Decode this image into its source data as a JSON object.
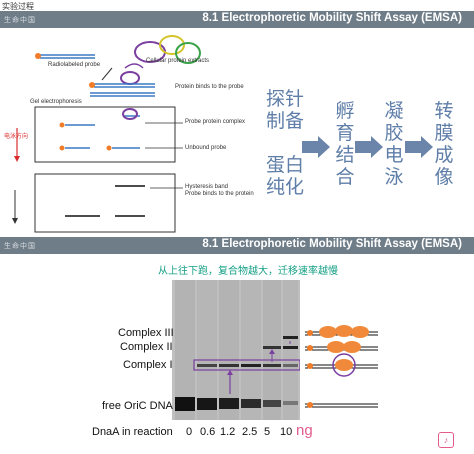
{
  "header": {
    "title": "实验过程"
  },
  "slide1": {
    "brand": "生命中国",
    "title": "8.1 Electrophoretic Mobility Shift Assay (EMSA)",
    "diagram": {
      "radiolabeled_probe": "Radiolabeled probe",
      "cellular_extracts": "Cellular protein extracts",
      "probe_binds": "Protein binds to the probe",
      "gel_electrophoresis": "Gel electrophoresis",
      "probe_protein_complex": "Probe protein complex",
      "unbound_probe": "Unbound probe",
      "electrophoresis_direction": "电泳方向",
      "hysteresis_band": "Hysteresis band",
      "probe_binds_protein": "Probe binds to the protein"
    },
    "steps": {
      "step1a": "探针",
      "step1b": "制备",
      "step2a": "蛋白",
      "step2b": "纯化",
      "step3": "孵育结合",
      "step4": "凝胶电泳",
      "step5": "转膜成像"
    }
  },
  "slide2": {
    "brand": "生命中国",
    "title": "8.1 Electrophoretic Mobility Shift Assay (EMSA)",
    "caption": "从上往下跑，复合物越大，迁移速率越慢",
    "labels": {
      "complex3": "Complex III",
      "complex2": "Complex II",
      "complex1": "Complex I",
      "free": "free OriC DNA",
      "dnaa": "DnaA in reaction"
    },
    "concentrations": [
      "0",
      "0.6",
      "1.2",
      "2.5",
      "5",
      "10"
    ],
    "unit": "ng"
  },
  "colors": {
    "banner": "#6f7d88",
    "steps_text": "#5f7ea8",
    "arrow": "#6b84aa",
    "caption": "#16a085",
    "probe_star": "#f07c2a",
    "complex_box": "#7b3fa0",
    "unit": "#e15b8d"
  }
}
